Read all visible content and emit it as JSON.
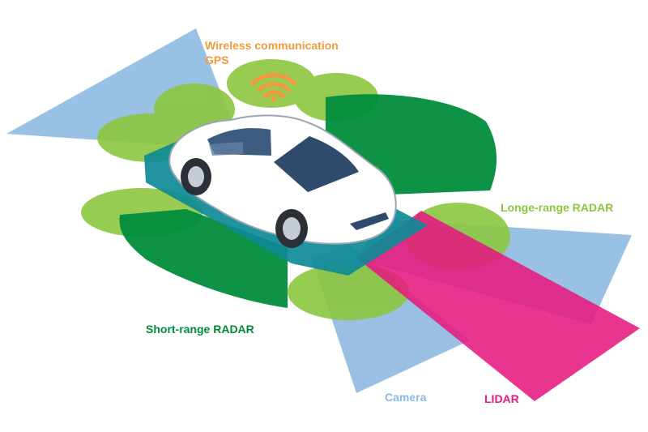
{
  "labels": {
    "wireless": "Wireless communication",
    "gps": "GPS",
    "long_range_radar": "Longe-range RADAR",
    "short_range_radar": "Short-range RADAR",
    "camera": "Camera",
    "lidar": "LIDAR"
  },
  "colors": {
    "wireless": "#f39a3e",
    "long_range_radar": "#8cc63f",
    "short_range_radar": "#008c3c",
    "camera": "#8bb8e0",
    "lidar": "#e6197f",
    "ground_plate": "#0e8a96",
    "car_body": "#ffffff",
    "car_glass": "#2f4a6d"
  },
  "icons": {
    "wifi": "wifi-signal-icon",
    "car": "car-icon"
  }
}
